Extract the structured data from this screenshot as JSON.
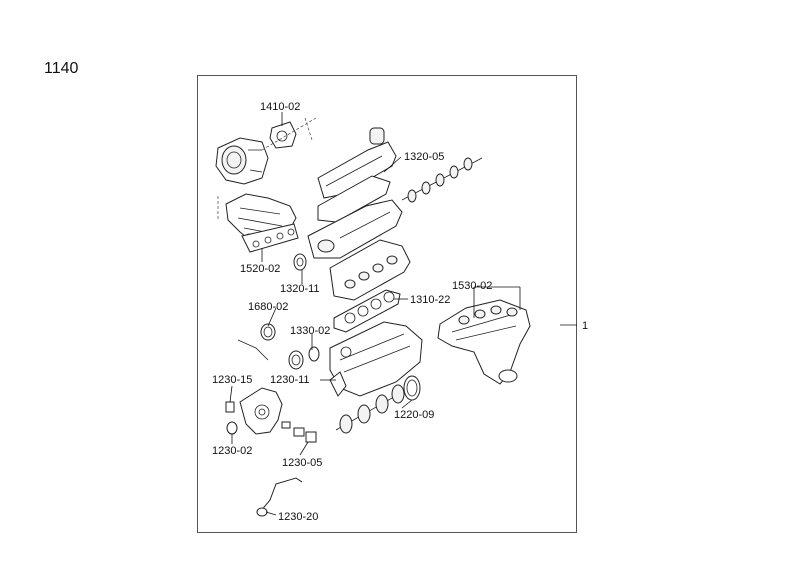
{
  "page_number": "1140",
  "labels": {
    "p1410_02": "1410-02",
    "p1320_05": "1320-05",
    "p1520_02": "1520-02",
    "p1320_11": "1320-11",
    "p1530_02": "1530-02",
    "p1680_02": "1680-02",
    "p1310_22": "1310-22",
    "p1": "1",
    "p1330_02": "1330-02",
    "p1230_15": "1230-15",
    "p1230_11": "1230-11",
    "p1220_09": "1220-09",
    "p1230_02": "1230-02",
    "p1230_05": "1230-05",
    "p1230_20": "1230-20"
  }
}
